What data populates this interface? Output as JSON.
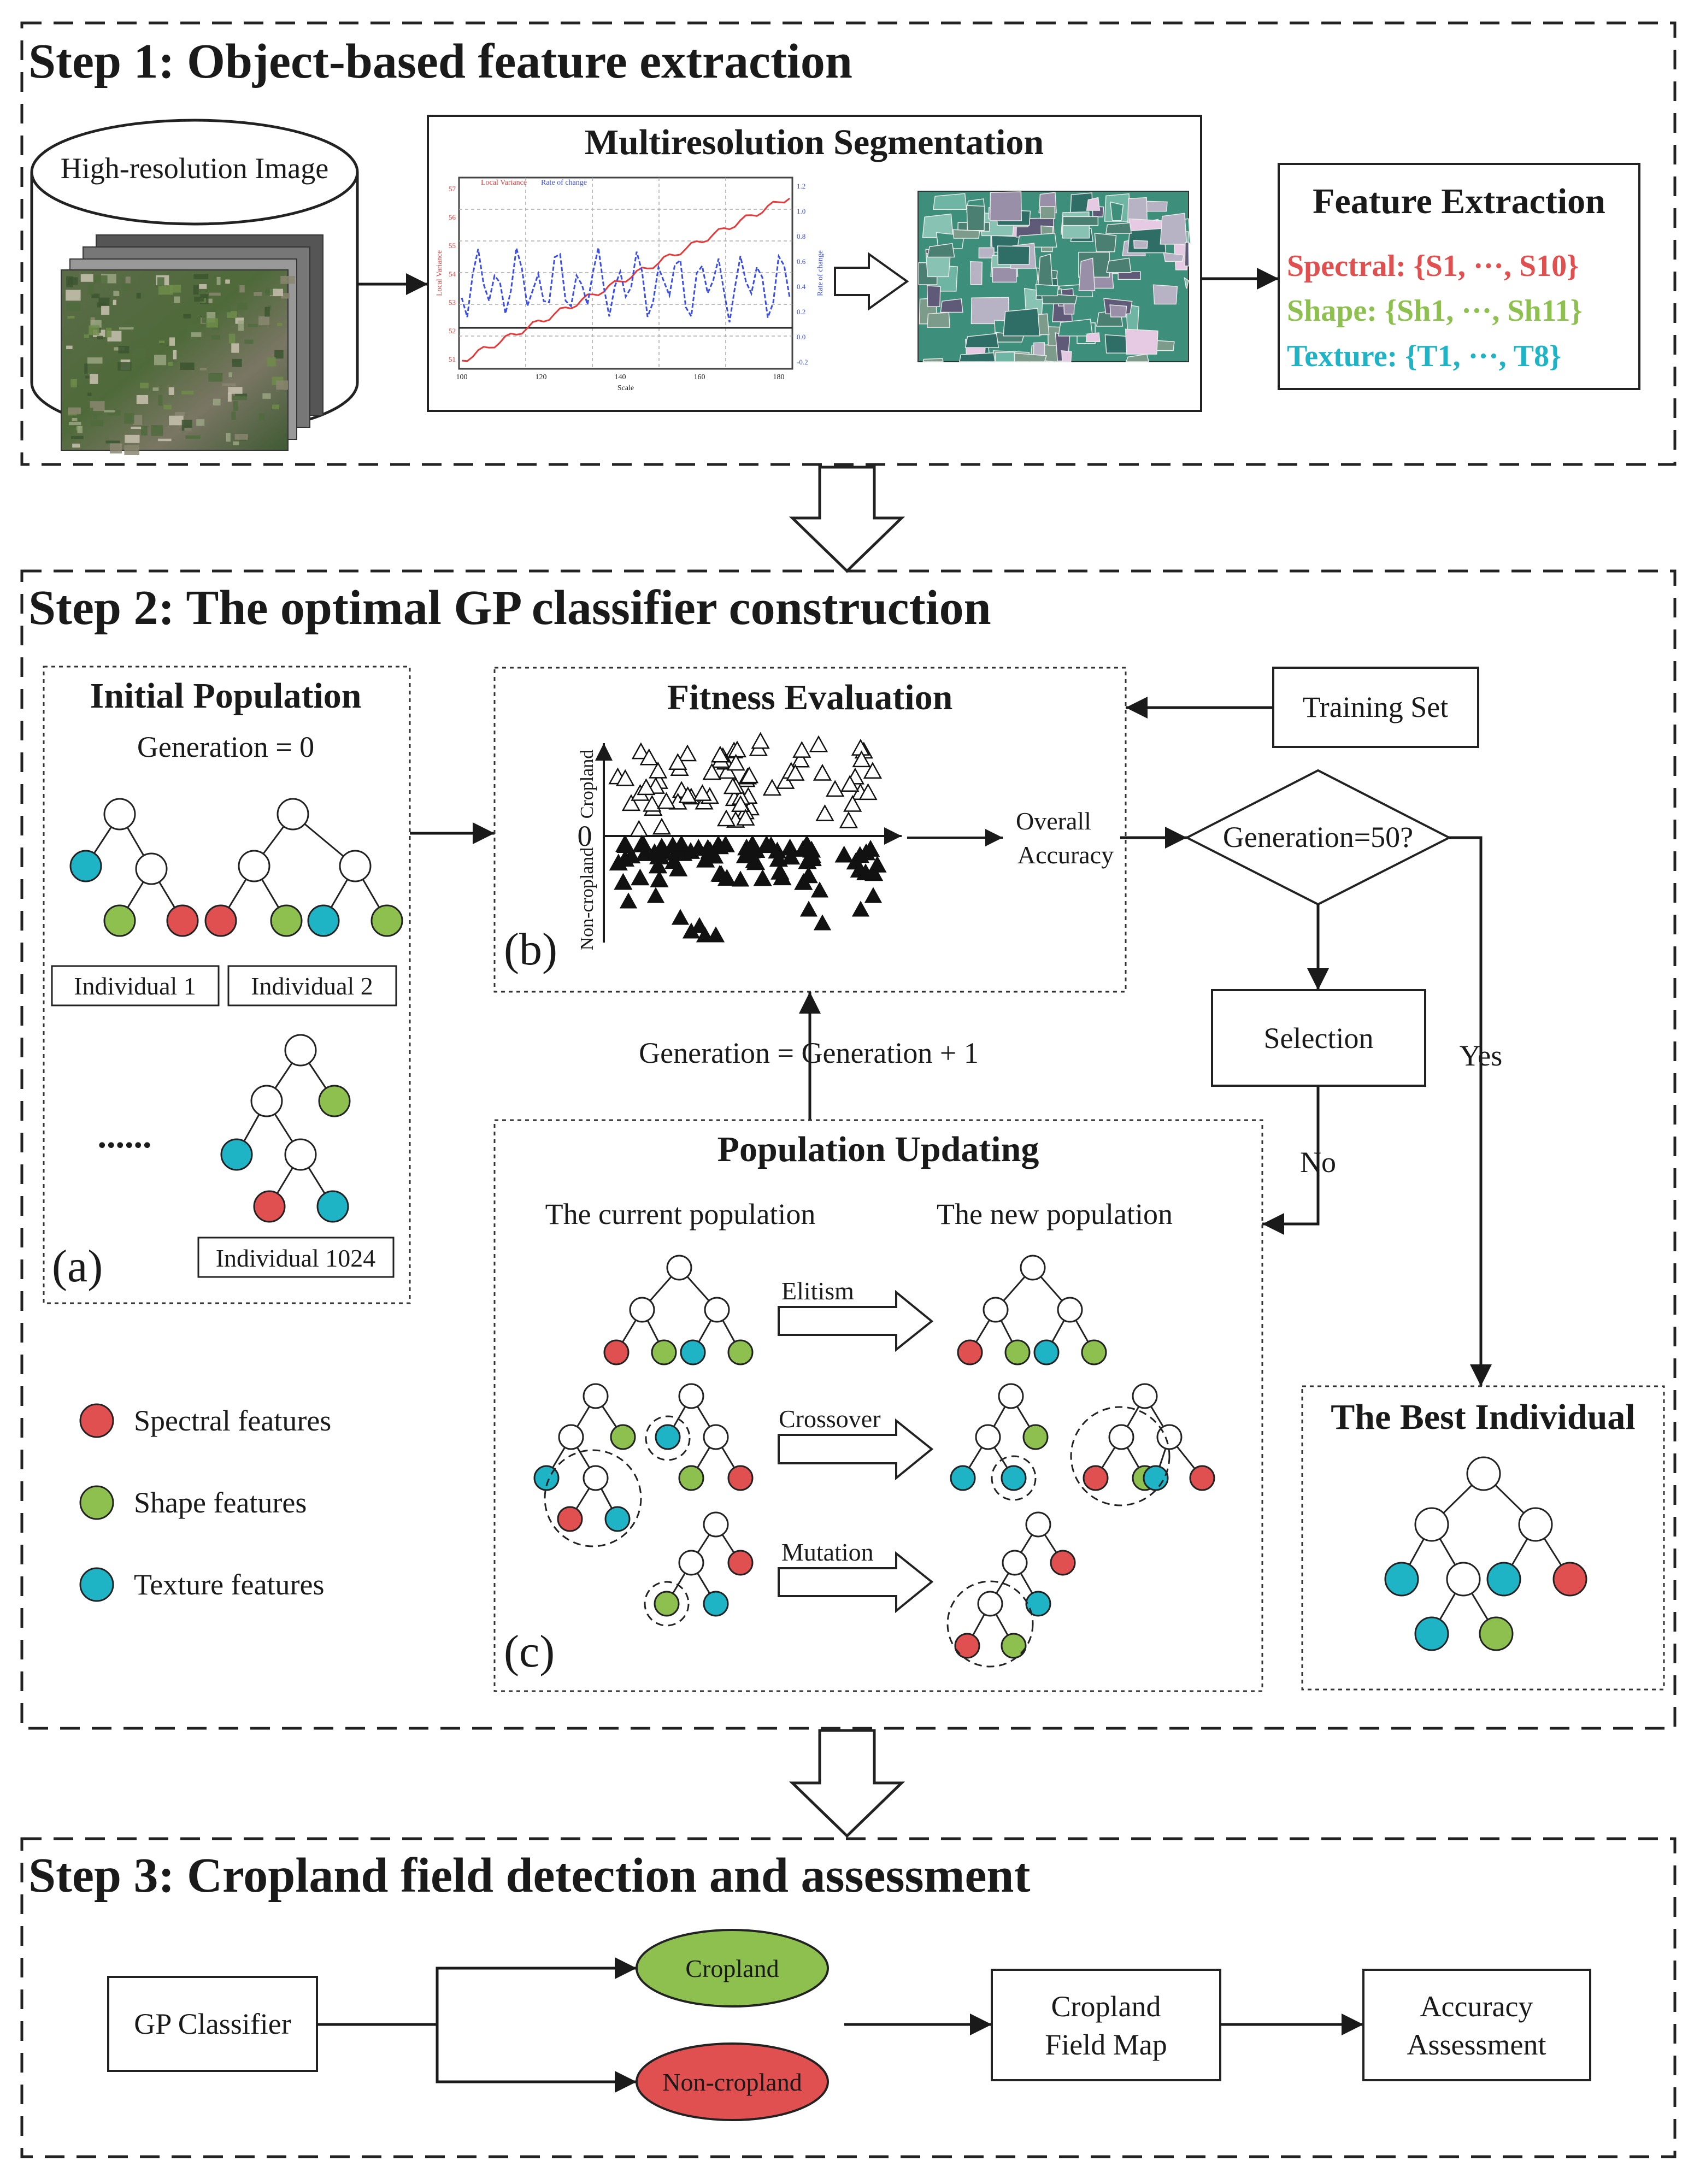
{
  "step1": {
    "title": "Step 1: Object-based feature extraction",
    "image_label": "High-resolution Image",
    "segmentation_title": "Multiresolution Segmentation",
    "plot": {
      "legend": [
        "Local Variance",
        "Rate of change"
      ],
      "x_label": "Scale",
      "y_left_label": "Local Variance",
      "y_right_label": "Rate of change",
      "x_ticks": [
        "100",
        "120",
        "140",
        "160",
        "180"
      ],
      "y_left_ticks": [
        "57",
        "56",
        "55",
        "54",
        "53",
        "52",
        "51"
      ],
      "y_right_ticks": [
        "1.2",
        "1.0",
        "0.8",
        "0.6",
        "0.4",
        "0.2",
        "0.0",
        "-0.2"
      ]
    },
    "feature_title": "Feature Extraction",
    "features": {
      "spectral": "Spectral: {S1, ···, S10}",
      "shape": "Shape: {Sh1, ···, Sh11}",
      "texture": "Texture: {T1, ···, T8}"
    }
  },
  "step2": {
    "title": "Step 2: The optimal GP classifier construction",
    "initial_population": {
      "title": "Initial Population",
      "generation": "Generation = 0",
      "individual_1": "Individual 1",
      "individual_2": "Individual 2",
      "ellipsis": "......",
      "individual_last": "Individual 1024",
      "panel": "(a)"
    },
    "fitness": {
      "title": "Fitness Evaluation",
      "y_top": "Cropland",
      "y_bottom": "Non-cropland",
      "zero": "0",
      "overall_accuracy_1": "Overall",
      "overall_accuracy_2": "Accuracy",
      "panel": "(b)"
    },
    "training_set": "Training Set",
    "decision": "Generation=50?",
    "selection": "Selection",
    "yes": "Yes",
    "no": "No",
    "loop_label": "Generation = Generation + 1",
    "population_updating": {
      "title": "Population Updating",
      "current": "The current population",
      "new": "The new population",
      "elitism": "Elitism",
      "crossover": "Crossover",
      "mutation": "Mutation",
      "panel": "(c)"
    },
    "best_individual": "The Best Individual",
    "legend": {
      "spectral": "Spectral features",
      "shape": "Shape features",
      "texture": "Texture features"
    }
  },
  "step3": {
    "title": "Step 3: Cropland field detection and assessment",
    "gp_classifier": "GP Classifier",
    "cropland": "Cropland",
    "non_cropland": "Non-cropland",
    "map_1": "Cropland",
    "map_2": "Field Map",
    "assess_1": "Accuracy",
    "assess_2": "Assessment"
  },
  "colors": {
    "spectral": "#e05050",
    "shape": "#8dc04f",
    "texture": "#1fb3c6",
    "cropland_fill": "#8dc04f",
    "noncropland_fill": "#e05050",
    "plot_red": "#e63a3a",
    "plot_blue": "#3a4ee6"
  }
}
